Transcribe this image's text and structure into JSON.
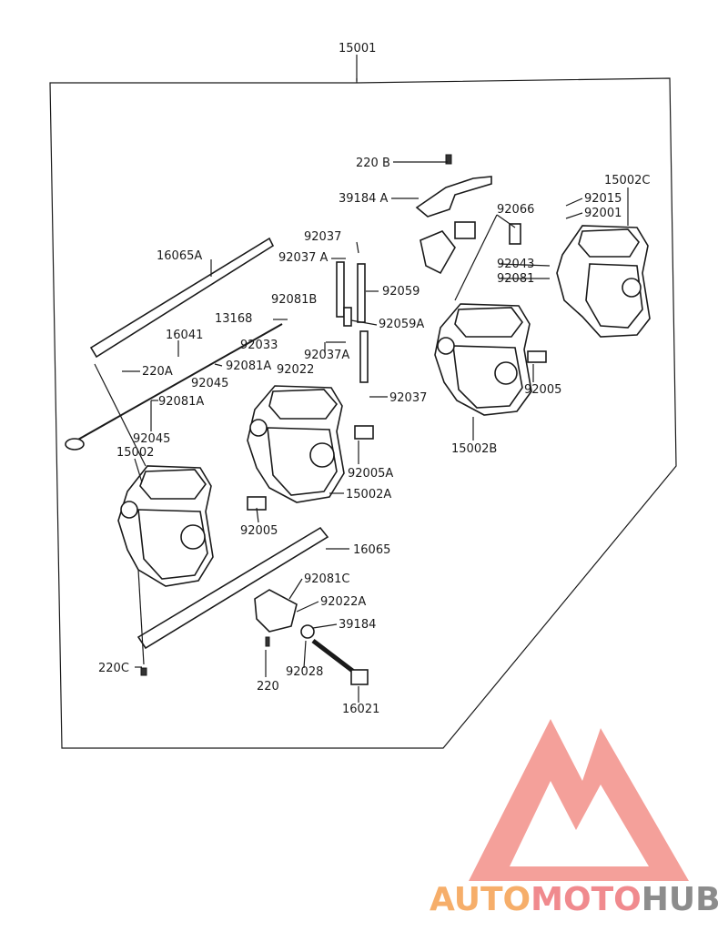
{
  "assembly": {
    "number": "15001"
  },
  "parts": [
    {
      "id": "220B",
      "label": "220 B"
    },
    {
      "id": "39184A",
      "label": "39184 A"
    },
    {
      "id": "15002C",
      "label": "15002C"
    },
    {
      "id": "92015",
      "label": "92015"
    },
    {
      "id": "92001",
      "label": "92001"
    },
    {
      "id": "92066",
      "label": "92066"
    },
    {
      "id": "92037_top",
      "label": "92037"
    },
    {
      "id": "92037A_top",
      "label": "92037 A"
    },
    {
      "id": "16065A",
      "label": "16065A"
    },
    {
      "id": "92059",
      "label": "92059"
    },
    {
      "id": "92043",
      "label": "92043"
    },
    {
      "id": "92081",
      "label": "92081"
    },
    {
      "id": "92081B",
      "label": "92081B"
    },
    {
      "id": "13168",
      "label": "13168"
    },
    {
      "id": "92059A",
      "label": "92059A"
    },
    {
      "id": "16041",
      "label": "16041"
    },
    {
      "id": "92033",
      "label": "92033"
    },
    {
      "id": "92037A_mid",
      "label": "92037A"
    },
    {
      "id": "220A",
      "label": "220A"
    },
    {
      "id": "92081A_1",
      "label": "92081A"
    },
    {
      "id": "92022",
      "label": "92022"
    },
    {
      "id": "92045_1",
      "label": "92045"
    },
    {
      "id": "92005_right",
      "label": "92005"
    },
    {
      "id": "92081A_2",
      "label": "92081A"
    },
    {
      "id": "92037_bottom",
      "label": "92037"
    },
    {
      "id": "92045_2",
      "label": "92045"
    },
    {
      "id": "15002B",
      "label": "15002B"
    },
    {
      "id": "15002",
      "label": "15002"
    },
    {
      "id": "92005A",
      "label": "92005A"
    },
    {
      "id": "15002A",
      "label": "15002A"
    },
    {
      "id": "92005_left",
      "label": "92005"
    },
    {
      "id": "16065",
      "label": "16065"
    },
    {
      "id": "92081C",
      "label": "92081C"
    },
    {
      "id": "92022A",
      "label": "92022A"
    },
    {
      "id": "39184",
      "label": "39184"
    },
    {
      "id": "220C",
      "label": "220C"
    },
    {
      "id": "220",
      "label": "220"
    },
    {
      "id": "92028",
      "label": "92028"
    },
    {
      "id": "16021",
      "label": "16021"
    }
  ],
  "watermark": {
    "part1": "AUTO",
    "part2": "MOTO",
    "part3": "HUB"
  },
  "colors": {
    "line": "#1a1a1a",
    "wm_orange": "#f6ae6a",
    "wm_pink": "#f08a8e",
    "wm_grey": "#8c8c8c",
    "wm_triangle": "#f4a09a"
  }
}
